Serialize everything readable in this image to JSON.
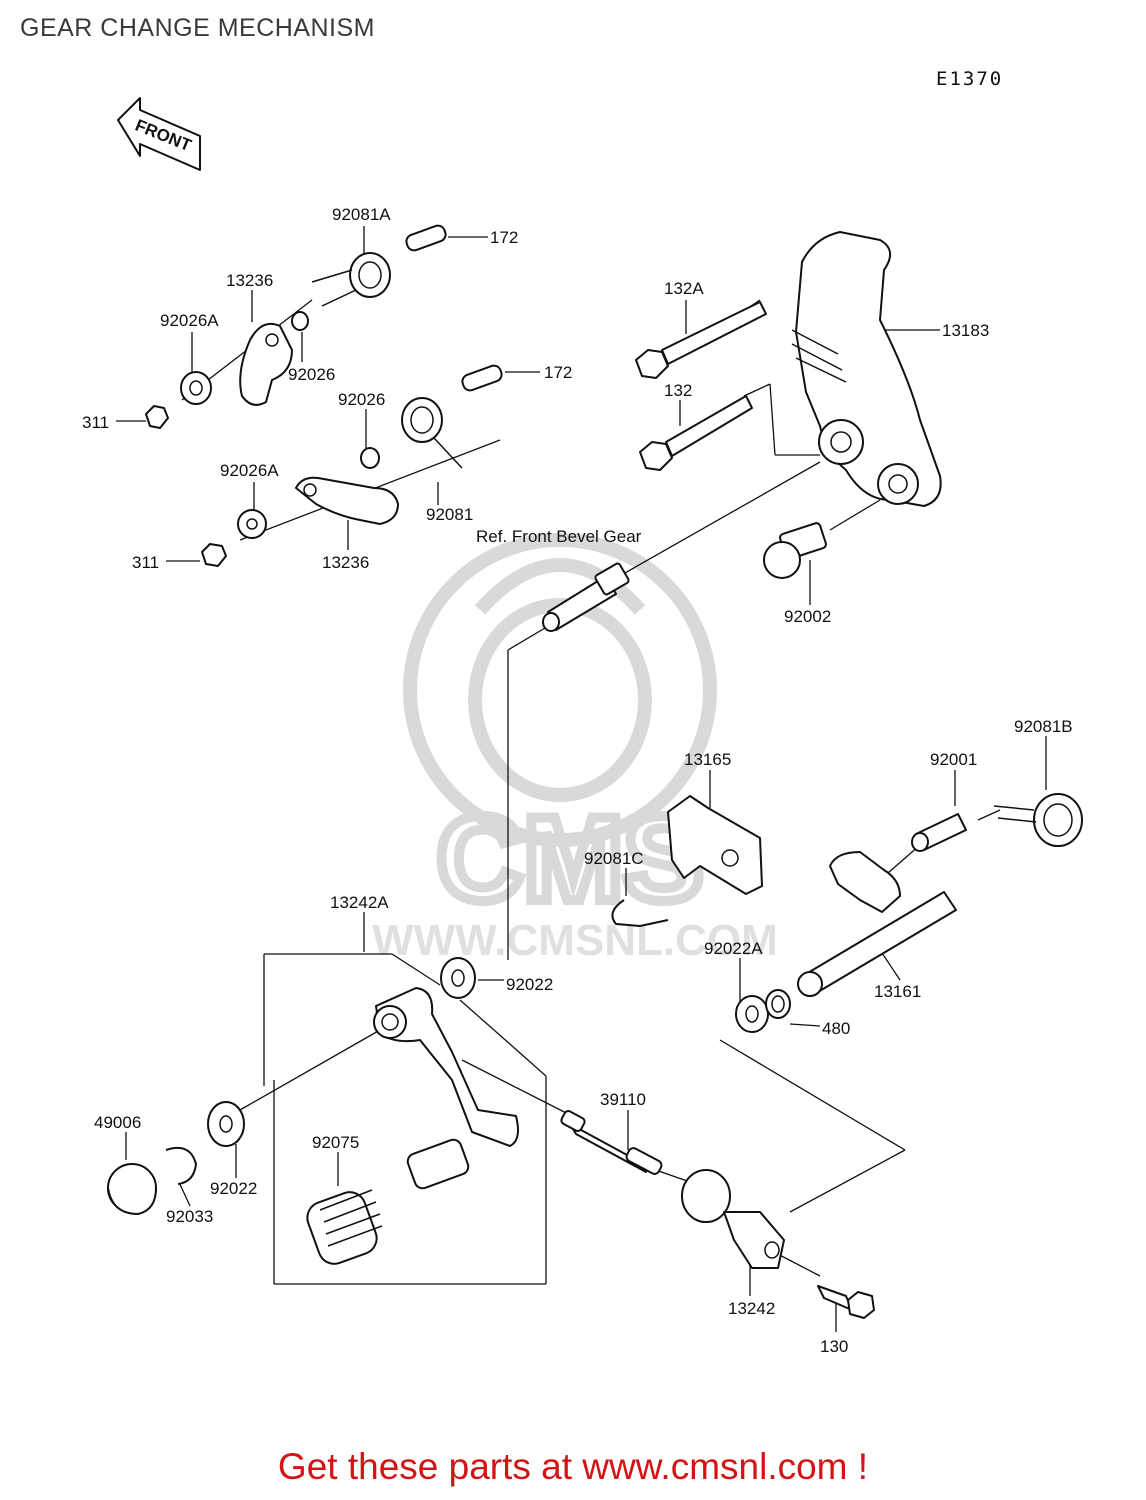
{
  "title": "GEAR CHANGE MECHANISM",
  "diagram_code": "E1370",
  "front_arrow_label": "FRONT",
  "watermark_text": "WWW.CMSNL.COM",
  "watermark_logo_text": "CMS",
  "reference_note": "Ref. Front Bevel Gear",
  "footer": "Get these parts at www.cmsnl.com !",
  "colors": {
    "footer": "#d41414",
    "watermark": "#d9d9d9",
    "lines": "#111111"
  },
  "labels": {
    "p92081A": "92081A",
    "p172a": "172",
    "p13236a": "13236",
    "p92026Aa": "92026A",
    "p92026a": "92026",
    "p311a": "311",
    "p92026b": "92026",
    "p172b": "172",
    "p92026Ab": "92026A",
    "p92081": "92081",
    "p311b": "311",
    "p13236b": "13236",
    "p132A": "132A",
    "p13183": "13183",
    "p132": "132",
    "p92002": "92002",
    "p92081B": "92081B",
    "p92001": "92001",
    "p13165": "13165",
    "p92081C": "92081C",
    "p13242A": "13242A",
    "p92022a": "92022",
    "p92022A": "92022A",
    "p13161": "13161",
    "p480": "480",
    "p39110": "39110",
    "p49006": "49006",
    "p92075": "92075",
    "p92033": "92033",
    "p92022b": "92022",
    "p13242": "13242",
    "p130": "130"
  }
}
